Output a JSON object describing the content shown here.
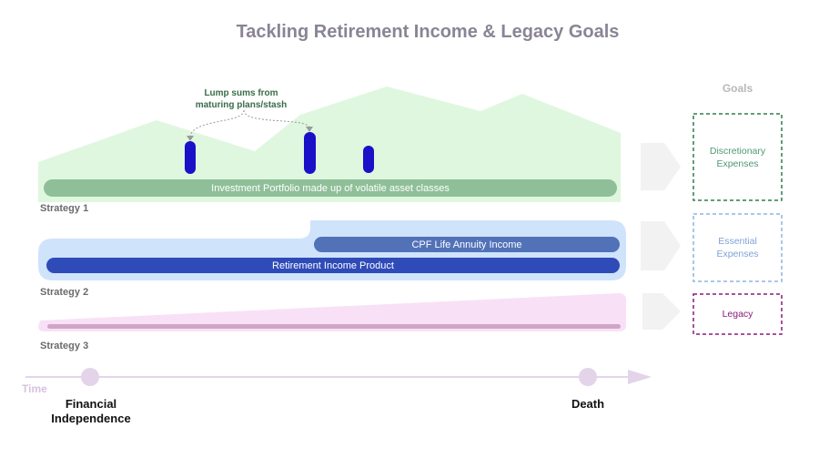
{
  "title": "Tackling Retirement Income & Legacy Goals",
  "goals_header": "Goals",
  "lump_sum_label_line1": "Lump sums from",
  "lump_sum_label_line2": "maturing plans/stash",
  "strategy1": {
    "label": "Strategy 1",
    "portfolio_bar": "Investment Portfolio made up of volatile asset classes"
  },
  "strategy2": {
    "label": "Strategy 2",
    "cpf_bar": "CPF Life Annuity Income",
    "retirement_bar": "Retirement Income Product"
  },
  "strategy3": {
    "label": "Strategy 3"
  },
  "goals": {
    "discretionary_line1": "Discretionary",
    "discretionary_line2": "Expenses",
    "essential_line1": "Essential",
    "essential_line2": "Expenses",
    "legacy": "Legacy"
  },
  "timeline": {
    "axis_label": "Time",
    "start_line1": "Financial",
    "start_line2": "Independence",
    "end": "Death"
  },
  "colors": {
    "green_fill": "#dff7df",
    "green_bar": "#8fbf98",
    "blue_fill": "#cfe3fb",
    "blue_mid": "#5272b8",
    "blue_dark": "#2f4bb8",
    "navy_lump": "#1a10c8",
    "pink_fill": "#f8e1f6",
    "pink_bar": "#cfa6c6",
    "goal_green": "#2e7d4f",
    "goal_blue": "#8fb3e3",
    "goal_purple": "#8a1a7a",
    "timeline": "#e3d4ea"
  }
}
